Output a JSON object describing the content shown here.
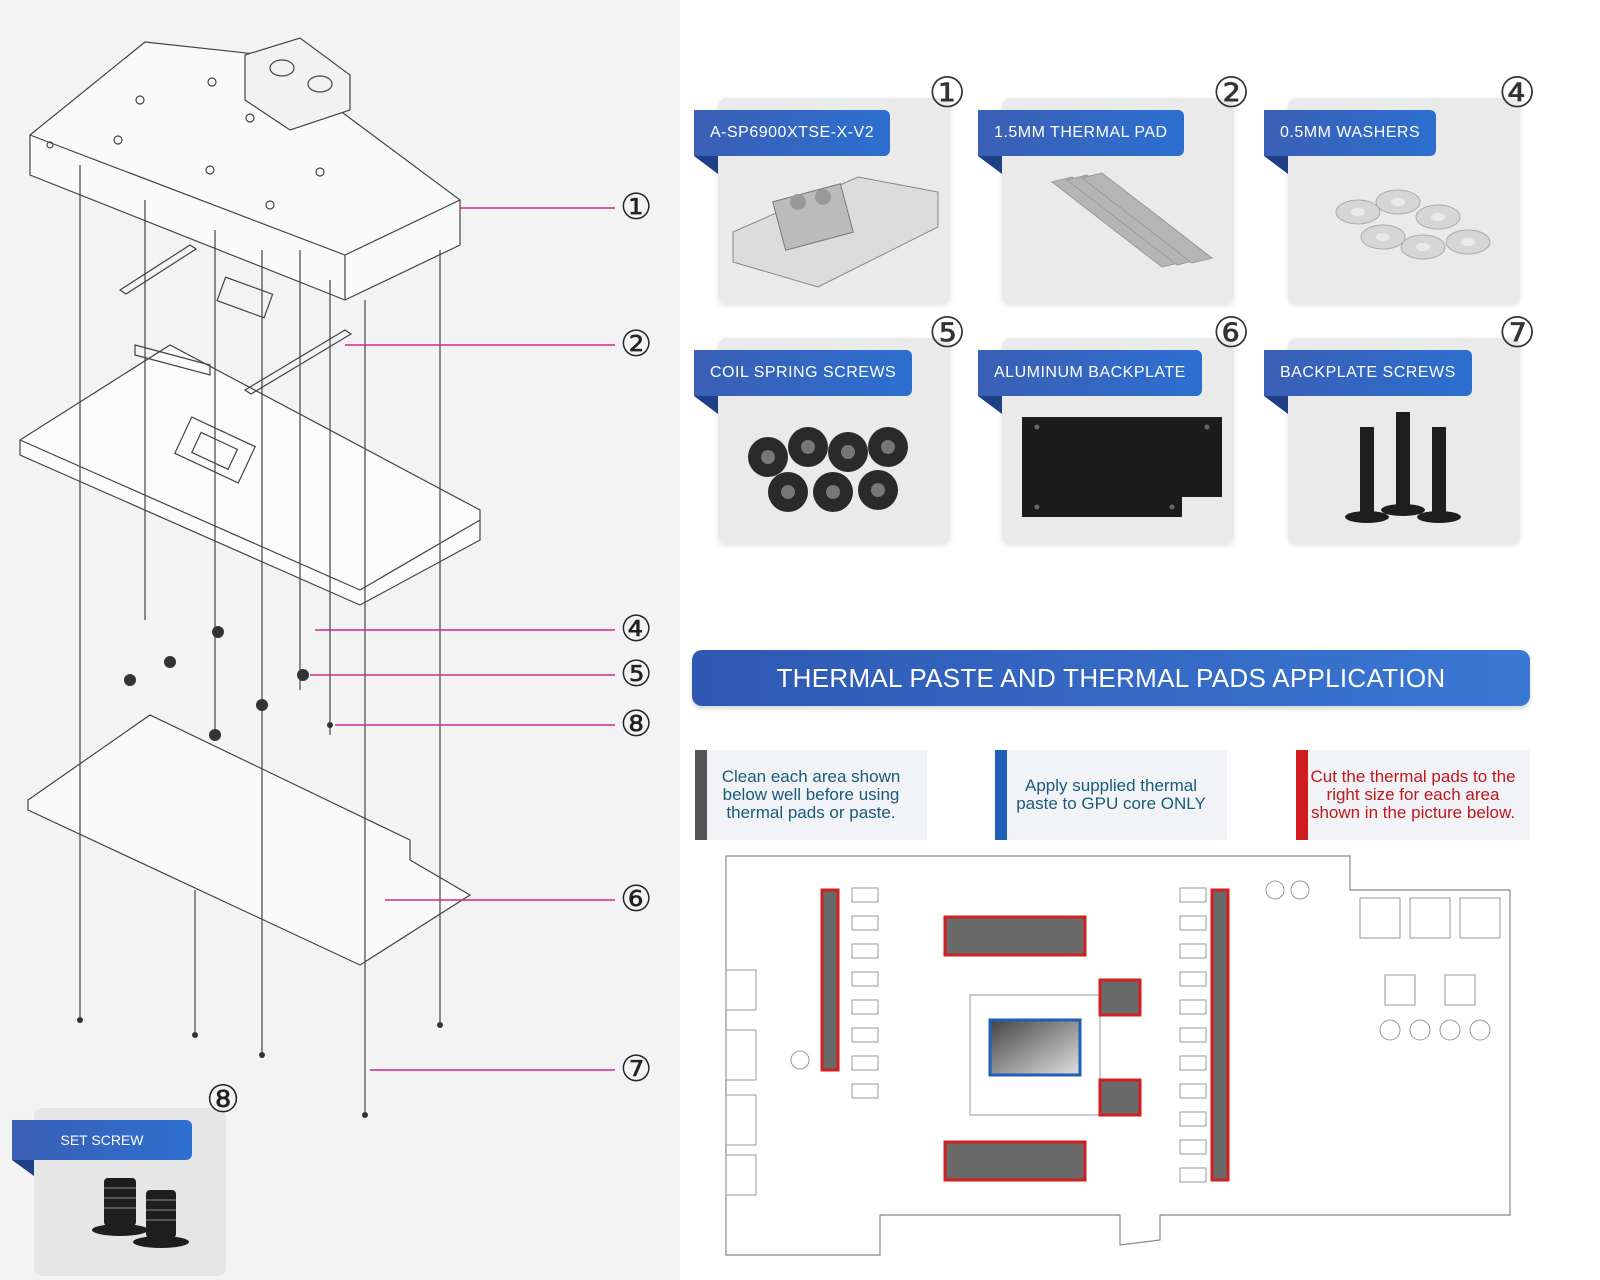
{
  "callouts": [
    "①",
    "②",
    "④",
    "⑤",
    "⑧",
    "⑥",
    "⑦"
  ],
  "parts": [
    {
      "tag": "A-SP6900XTSE-X-V2",
      "num": "①",
      "icon": "water-block-icon"
    },
    {
      "tag": "1.5MM THERMAL PAD",
      "num": "②",
      "icon": "thermal-pad-icon"
    },
    {
      "tag": "0.5MM WASHERS",
      "num": "④",
      "icon": "washers-icon"
    },
    {
      "tag": "COIL SPRING SCREWS",
      "num": "⑤",
      "icon": "spring-screws-icon"
    },
    {
      "tag": "ALUMINUM BACKPLATE",
      "num": "⑥",
      "icon": "backplate-icon"
    },
    {
      "tag": "BACKPLATE SCREWS",
      "num": "⑦",
      "icon": "backplate-screws-icon"
    }
  ],
  "set_screw": {
    "tag": "SET SCREW",
    "num": "⑧"
  },
  "banner": "THERMAL PASTE AND THERMAL PADS APPLICATION",
  "notes": [
    {
      "text": "Clean each area shown below well before using thermal pads or paste.",
      "bar_color": "#555555",
      "text_color": "#1a5a7a"
    },
    {
      "text": "Apply supplied thermal paste to GPU core ONLY",
      "bar_color": "#1e5fb8",
      "text_color": "#1a5a7a"
    },
    {
      "text": "Cut the thermal pads to the right size for each area shown in the picture below.",
      "bar_color": "#d01c1c",
      "text_color": "#c0171c"
    }
  ],
  "colors": {
    "accent_blue": "#2f63bf",
    "pad_red": "#d02020",
    "paste_blue": "#1e5fb8",
    "leader_magenta": "#cc2a8c"
  }
}
